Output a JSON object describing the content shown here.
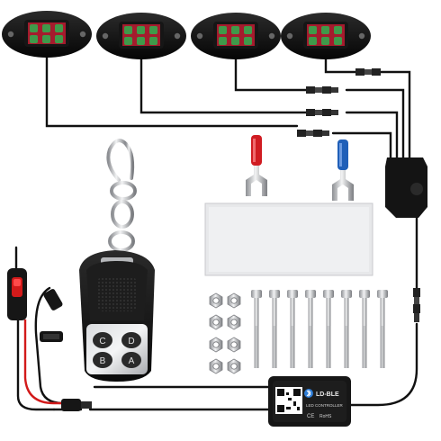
{
  "image": {
    "subject": "rgb-rock-light-kit",
    "remote": {
      "buttons": [
        "A",
        "B",
        "C",
        "D"
      ]
    },
    "controller": {
      "brand_text": "LD-BLE",
      "sub_text": "LED CONTROLLER",
      "marks": [
        "CE",
        "RoHS"
      ]
    },
    "colors": {
      "cable": "#111111",
      "red_wire": "#d21a1a",
      "red_terminal": "#d01c22",
      "blue_terminal": "#1f5fb8",
      "pod_red": "#a51b2d",
      "pod_green": "#3f9a4a",
      "chrome": "#c7c9cc",
      "pad": "#e7e8ea"
    },
    "counts": {
      "light_pods": 4,
      "bolts": 8,
      "nuts": 8,
      "terminals": 2
    }
  }
}
